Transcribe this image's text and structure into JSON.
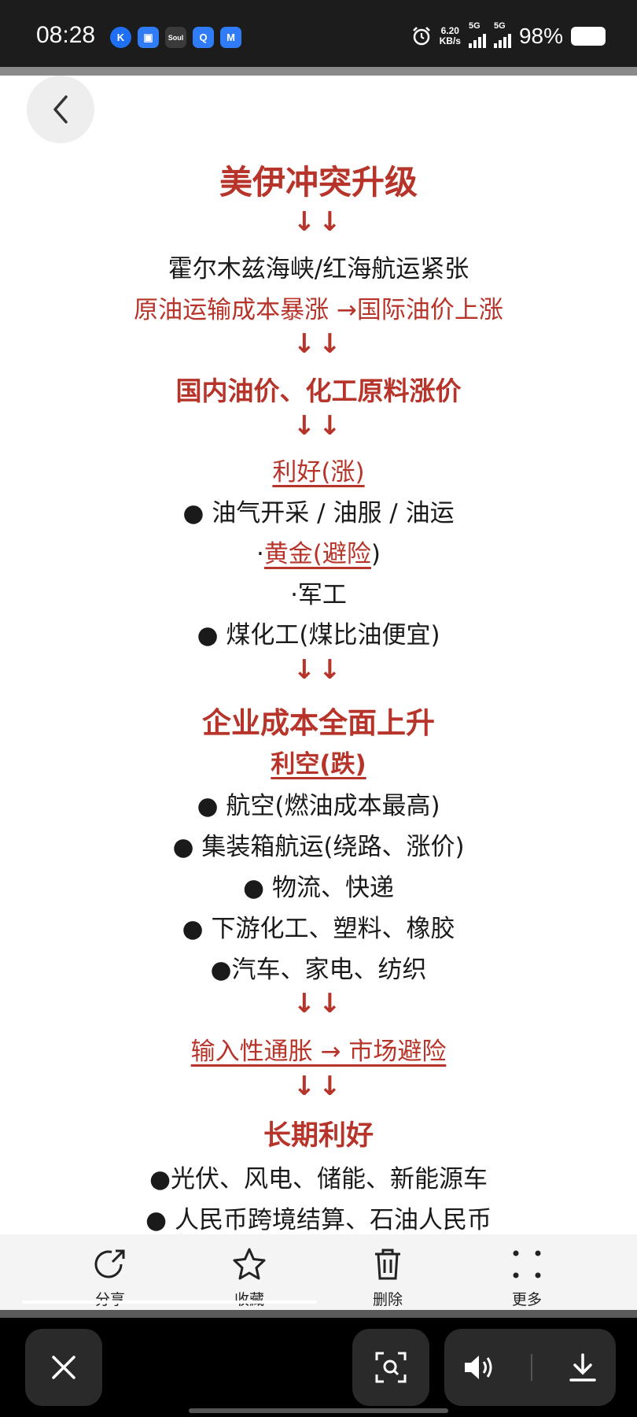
{
  "status_bar": {
    "time": "08:28",
    "app_icons": [
      "K",
      "Soul",
      "Q",
      "M"
    ],
    "net_speed_value": "6.20",
    "net_speed_unit": "KB/s",
    "sim1": "5G",
    "sim2": "5G",
    "battery": "98%"
  },
  "infographic": {
    "title": "美伊冲突升级",
    "arrow": "↓↓",
    "l1": "霍尔木兹海峡/红海航运紧张",
    "l2": "原油运输成本暴涨 →国际油价上涨",
    "l3": "国内油价、化工原料涨价",
    "benefit_head": "利好(涨)",
    "b1": "● 油气开采 / 油服 / 油运",
    "b2_prefix": "·",
    "b2_link": "黄金(避险",
    "b2_suffix": ")",
    "b3": "·军工",
    "b4": "● 煤化工(煤比油便宜)",
    "cost_head": "企业成本全面上升",
    "harm_head": "利空(跌)",
    "h1": "● 航空(燃油成本最高)",
    "h2": "● 集装箱航运(绕路、涨价)",
    "h3": "● 物流、快递",
    "h4": "● 下游化工、塑料、橡胶",
    "h5": "●汽车、家电、纺织",
    "inflation": "输入性通胀 → 市场避险",
    "long_head": "长期利好",
    "lt1": "●光伏、风电、储能、新能源车",
    "lt2": "● 人民币跨境结算、石油人民币"
  },
  "actions": {
    "share": "分享",
    "favorite": "收藏",
    "delete": "删除",
    "more": "更多"
  },
  "colors": {
    "accent_red": "#b7342a",
    "status_bg": "#1c1c1c",
    "nav_bg": "#000000"
  }
}
